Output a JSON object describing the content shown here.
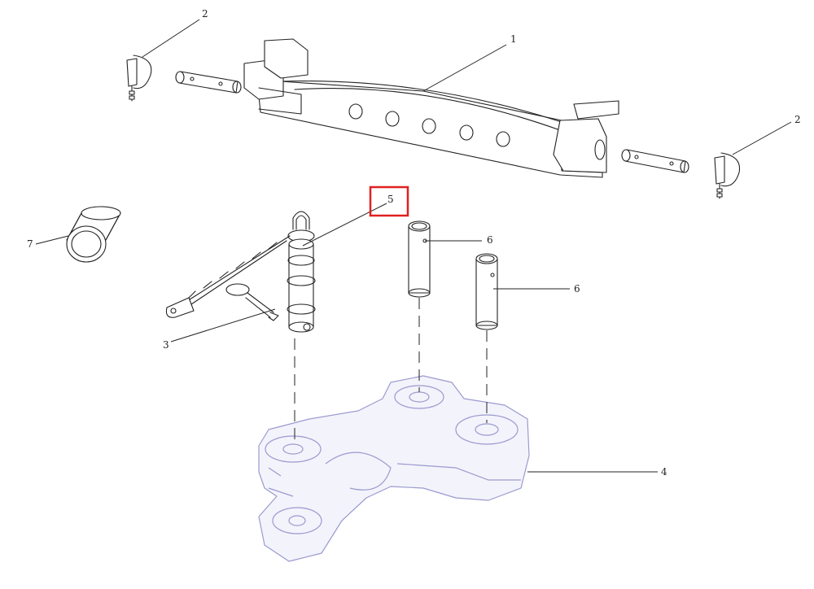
{
  "colors": {
    "highlight": "#e02020",
    "ink": "#222222",
    "faded_part": "#9a9ad0"
  },
  "callouts": {
    "drawbar": "1",
    "lynch_pin_left": "2",
    "lynch_pin_right": "2",
    "retaining_clip": "3",
    "swivel_clevis": "4",
    "hitch_pin": "5",
    "pin_upper": "6",
    "pin_lower": "6",
    "bushing": "7"
  },
  "highlighted_callout": "5"
}
